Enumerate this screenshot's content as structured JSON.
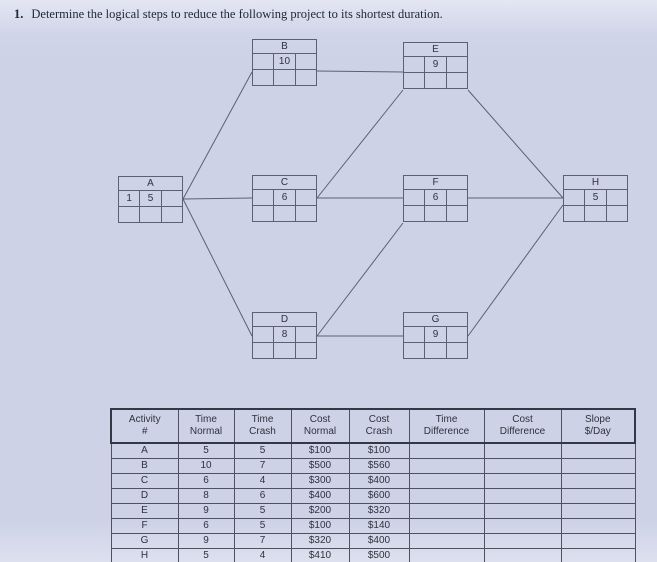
{
  "page": {
    "background": "#cdd2e7",
    "line_color": "#5c6170"
  },
  "title": {
    "number": "1.",
    "text": "Determine the logical steps to reduce the following project to its shortest duration."
  },
  "diagram": {
    "nodes": [
      {
        "label": "A",
        "cells_mid": [
          "1",
          "5",
          ""
        ],
        "cells_bottom": [
          "",
          "",
          ""
        ]
      },
      {
        "label": "B",
        "cells_mid": [
          "",
          "10",
          ""
        ],
        "cells_bottom": [
          "",
          "",
          ""
        ]
      },
      {
        "label": "C",
        "cells_mid": [
          "",
          "6",
          ""
        ],
        "cells_bottom": [
          "",
          "",
          ""
        ]
      },
      {
        "label": "D",
        "cells_mid": [
          "",
          "8",
          ""
        ],
        "cells_bottom": [
          "",
          "",
          ""
        ]
      },
      {
        "label": "E",
        "cells_mid": [
          "",
          "9",
          ""
        ],
        "cells_bottom": [
          "",
          "",
          ""
        ]
      },
      {
        "label": "F",
        "cells_mid": [
          "",
          "6",
          ""
        ],
        "cells_bottom": [
          "",
          "",
          ""
        ]
      },
      {
        "label": "G",
        "cells_mid": [
          "",
          "9",
          ""
        ],
        "cells_bottom": [
          "",
          "",
          ""
        ]
      },
      {
        "label": "H",
        "cells_mid": [
          "",
          "5",
          ""
        ],
        "cells_bottom": [
          "",
          "",
          ""
        ]
      }
    ],
    "edges": [
      "A→B",
      "A→C",
      "A→D",
      "B→E",
      "C→E",
      "C→F",
      "D→F",
      "D→G",
      "E→H",
      "F→H",
      "G→H"
    ]
  },
  "table": {
    "headers": [
      [
        "Activity",
        "#"
      ],
      [
        "Time",
        "Normal"
      ],
      [
        "Time",
        "Crash"
      ],
      [
        "Cost",
        "Normal"
      ],
      [
        "Cost",
        "Crash"
      ],
      [
        "Time",
        "Difference"
      ],
      [
        "Cost",
        "Difference"
      ],
      [
        "Slope",
        "$/Day"
      ]
    ],
    "rows": [
      [
        "A",
        "5",
        "5",
        "$100",
        "$100",
        "",
        "",
        ""
      ],
      [
        "B",
        "10",
        "7",
        "$500",
        "$560",
        "",
        "",
        ""
      ],
      [
        "C",
        "6",
        "4",
        "$300",
        "$400",
        "",
        "",
        ""
      ],
      [
        "D",
        "8",
        "6",
        "$400",
        "$600",
        "",
        "",
        ""
      ],
      [
        "E",
        "9",
        "5",
        "$200",
        "$320",
        "",
        "",
        ""
      ],
      [
        "F",
        "6",
        "5",
        "$100",
        "$140",
        "",
        "",
        ""
      ],
      [
        "G",
        "9",
        "7",
        "$320",
        "$400",
        "",
        "",
        ""
      ],
      [
        "H",
        "5",
        "4",
        "$410",
        "$500",
        "",
        "",
        ""
      ]
    ]
  }
}
